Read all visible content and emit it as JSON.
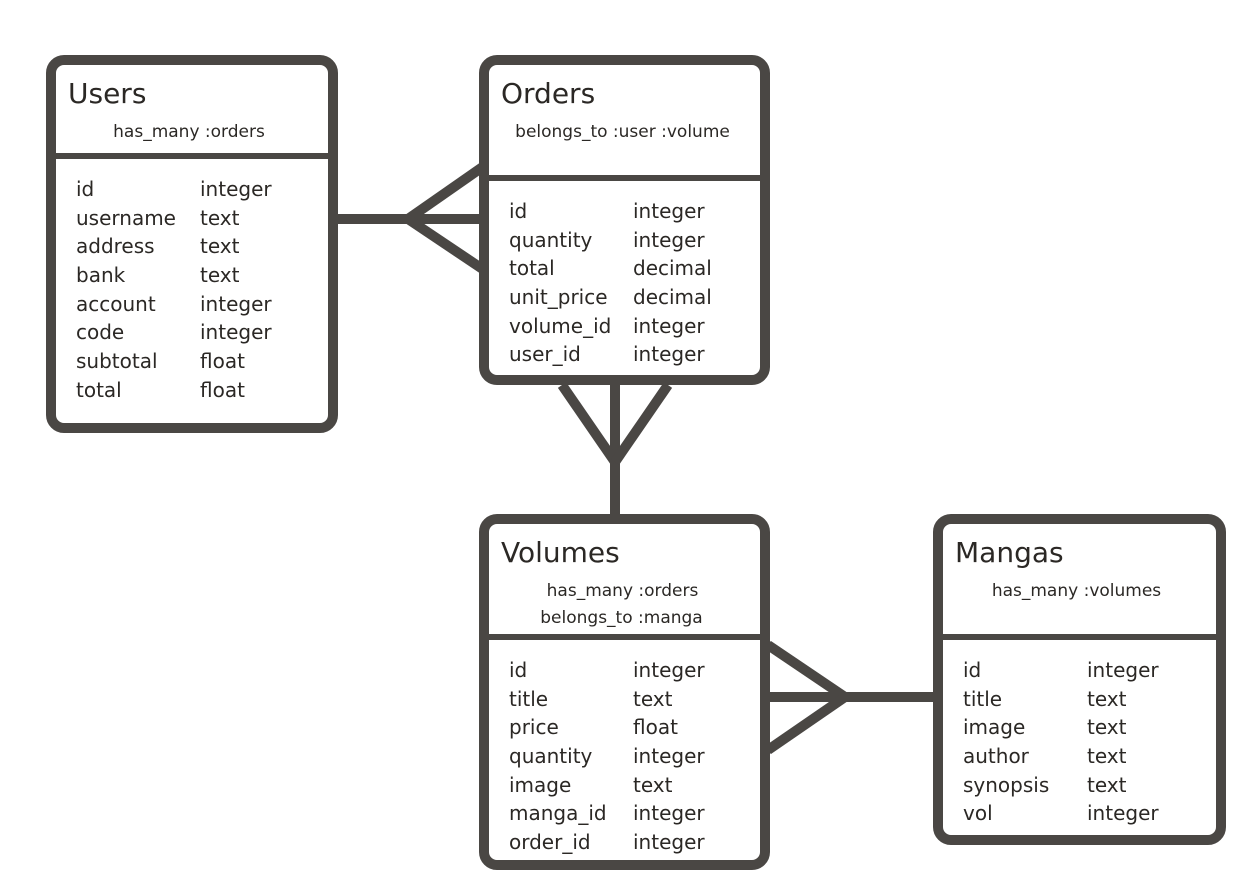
{
  "colors": {
    "stroke": "#4a4744",
    "text": "#2b2825",
    "background": "#ffffff"
  },
  "entities": {
    "users": {
      "name": "Users",
      "associations": [
        "has_many :orders"
      ],
      "fields": [
        {
          "name": "id",
          "type": "integer"
        },
        {
          "name": "username",
          "type": "text"
        },
        {
          "name": "address",
          "type": "text"
        },
        {
          "name": "bank",
          "type": "text"
        },
        {
          "name": "account",
          "type": "integer"
        },
        {
          "name": "code",
          "type": "integer"
        },
        {
          "name": "subtotal",
          "type": "float"
        },
        {
          "name": "total",
          "type": "float"
        }
      ]
    },
    "orders": {
      "name": "Orders",
      "associations": [
        "belongs_to :user :volume"
      ],
      "fields": [
        {
          "name": "id",
          "type": "integer"
        },
        {
          "name": "quantity",
          "type": "integer"
        },
        {
          "name": "total",
          "type": "decimal"
        },
        {
          "name": "unit_price",
          "type": "decimal"
        },
        {
          "name": "volume_id",
          "type": "integer"
        },
        {
          "name": "user_id",
          "type": "integer"
        }
      ]
    },
    "volumes": {
      "name": "Volumes",
      "associations": [
        "has_many :orders",
        "belongs_to :manga"
      ],
      "fields": [
        {
          "name": "id",
          "type": "integer"
        },
        {
          "name": "title",
          "type": "text"
        },
        {
          "name": "price",
          "type": "float"
        },
        {
          "name": "quantity",
          "type": "integer"
        },
        {
          "name": "image",
          "type": "text"
        },
        {
          "name": "manga_id",
          "type": "integer"
        },
        {
          "name": "order_id",
          "type": "integer"
        }
      ]
    },
    "mangas": {
      "name": "Mangas",
      "associations": [
        "has_many :volumes"
      ],
      "fields": [
        {
          "name": "id",
          "type": "integer"
        },
        {
          "name": "title",
          "type": "text"
        },
        {
          "name": "image",
          "type": "text"
        },
        {
          "name": "author",
          "type": "text"
        },
        {
          "name": "synopsis",
          "type": "text"
        },
        {
          "name": "vol",
          "type": "integer"
        }
      ]
    }
  },
  "relationships": [
    {
      "from": "users",
      "to": "orders",
      "cardinality": "one-to-many"
    },
    {
      "from": "volumes",
      "to": "orders",
      "cardinality": "one-to-many"
    },
    {
      "from": "mangas",
      "to": "volumes",
      "cardinality": "one-to-many"
    }
  ]
}
